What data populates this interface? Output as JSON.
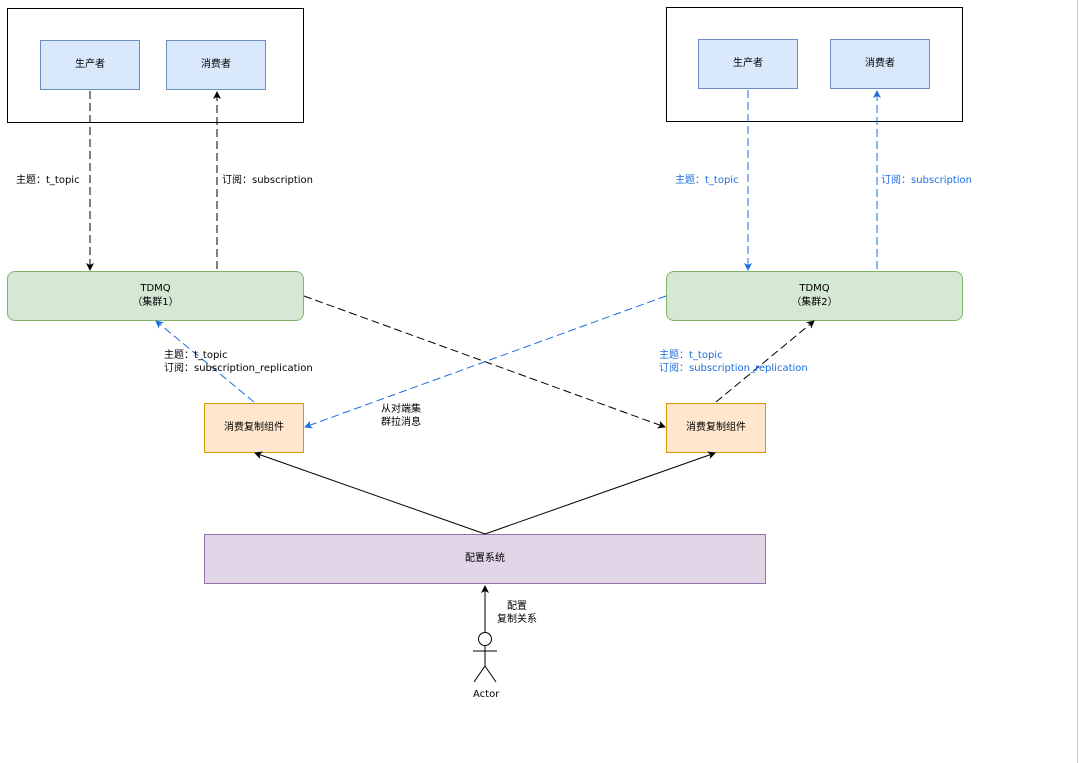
{
  "nodes": {
    "left_producer": "生产者",
    "left_consumer": "消费者",
    "right_producer": "生产者",
    "right_consumer": "消费者",
    "tdmq1_title": "TDMQ",
    "tdmq1_sub": "（集群1）",
    "tdmq2_title": "TDMQ",
    "tdmq2_sub": "（集群2）",
    "rep_left": "消费复制组件",
    "rep_right": "消费复制组件",
    "config": "配置系统",
    "actor": "Actor"
  },
  "labels": {
    "left_topic": "主题：t_topic",
    "left_sub": "订阅：subscription",
    "right_topic": "主题：t_topic",
    "right_sub": "订阅：subscription",
    "rep_left_topic": "主题：t_topic",
    "rep_left_sub": "订阅：subscription_replication",
    "rep_right_topic": "主题：t_topic",
    "rep_right_sub": "订阅：subscription_replication",
    "pull_line1": "从对端集",
    "pull_line2": "群拉消息",
    "config_line1": "配置",
    "config_line2": "复制关系"
  },
  "colors": {
    "black_edge": "#000000",
    "blue_edge": "#1a6fe0"
  }
}
